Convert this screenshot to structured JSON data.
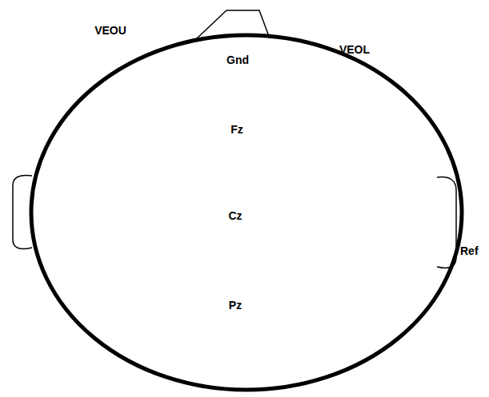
{
  "diagram": {
    "labels": [
      "VEOU",
      "VEOL",
      "Gnd",
      "Fz",
      "Cz",
      "Pz",
      "Ref"
    ]
  }
}
